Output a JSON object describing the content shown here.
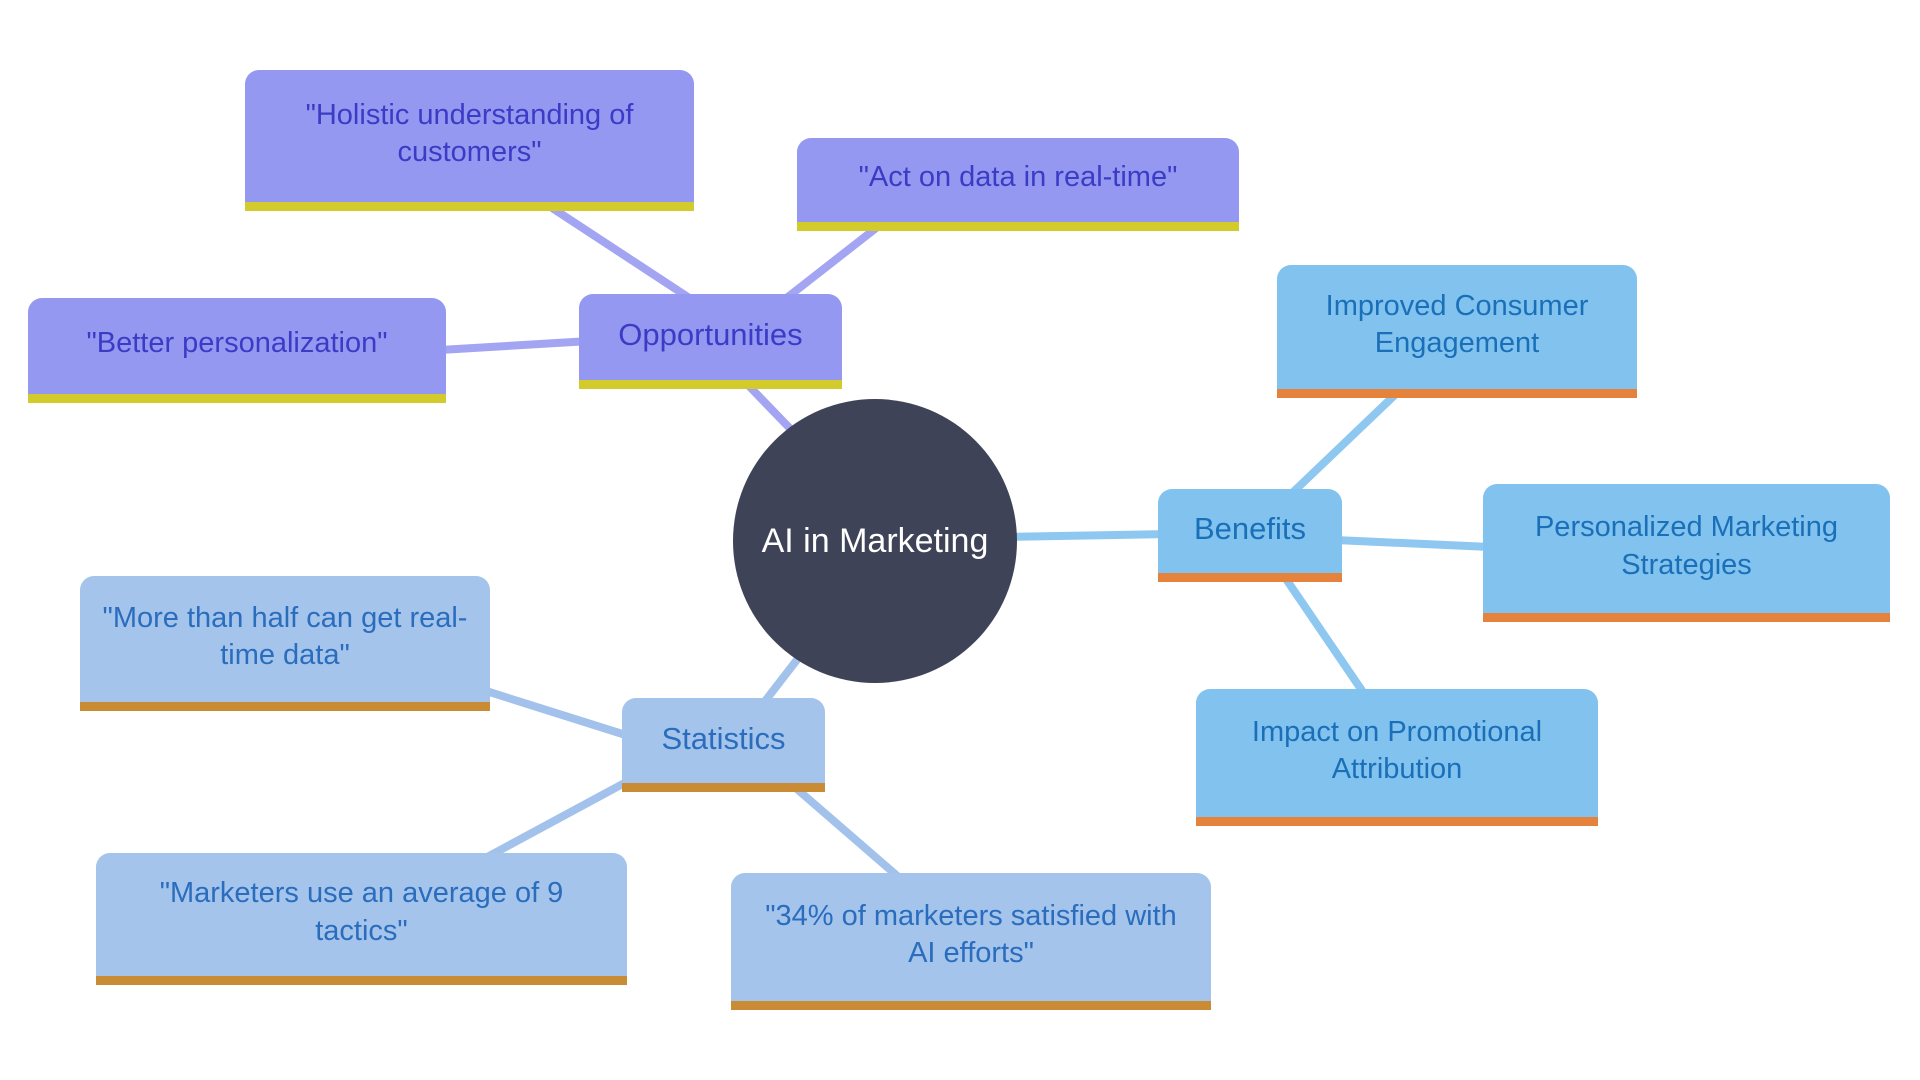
{
  "mindmap": {
    "root": {
      "label": "AI in Marketing",
      "fill": "#3F4357",
      "text_color": "#FFFFFF"
    },
    "branches": [
      {
        "label": "Opportunities",
        "theme": {
          "fill": "#9598F0",
          "text": "#3B3CC6",
          "underline": "#D2CB2B",
          "line": "#A3A5F2"
        },
        "children": [
          {
            "label": "\"Holistic understanding of customers\""
          },
          {
            "label": "\"Act on data in real-time\""
          },
          {
            "label": "\"Better personalization\""
          }
        ]
      },
      {
        "label": "Benefits",
        "theme": {
          "fill": "#82C2EE",
          "text": "#1A70B8",
          "underline": "#E5823B",
          "line": "#8EC7F0"
        },
        "children": [
          {
            "label": "Improved Consumer Engagement"
          },
          {
            "label": "Personalized Marketing Strategies"
          },
          {
            "label": "Impact on Promotional Attribution"
          }
        ]
      },
      {
        "label": "Statistics",
        "theme": {
          "fill": "#A4C4EC",
          "text": "#2A6DBD",
          "underline": "#CA8B35",
          "line": "#A2C2EC"
        },
        "children": [
          {
            "label": "\"More than half can get real-time data\""
          },
          {
            "label": "\"Marketers use an average of 9 tactics\""
          },
          {
            "label": "\"34% of marketers satisfied with AI efforts\""
          }
        ]
      }
    ]
  }
}
